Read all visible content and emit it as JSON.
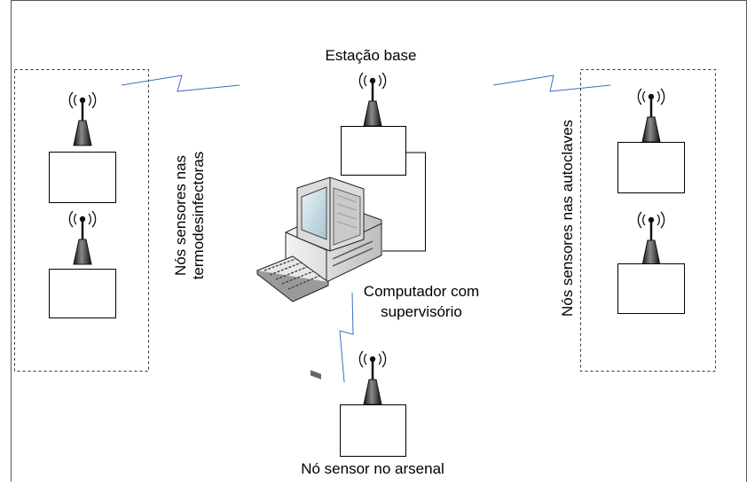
{
  "labels": {
    "base_station": "Estação base",
    "left_group_line1": "Nós sensores nas",
    "left_group_line2": "termodesinfectoras",
    "right_group": "Nós sensores nas autoclaves",
    "computer_line1": "Computador com",
    "computer_line2": "supervisório",
    "arsenal_node": "Nó sensor no arsenal"
  },
  "colors": {
    "link": "#3a6fc4",
    "outline": "#000000",
    "antenna": "#1a1a1a"
  },
  "icons": [
    "antenna-icon",
    "computer-icon",
    "wireless-link-icon"
  ]
}
